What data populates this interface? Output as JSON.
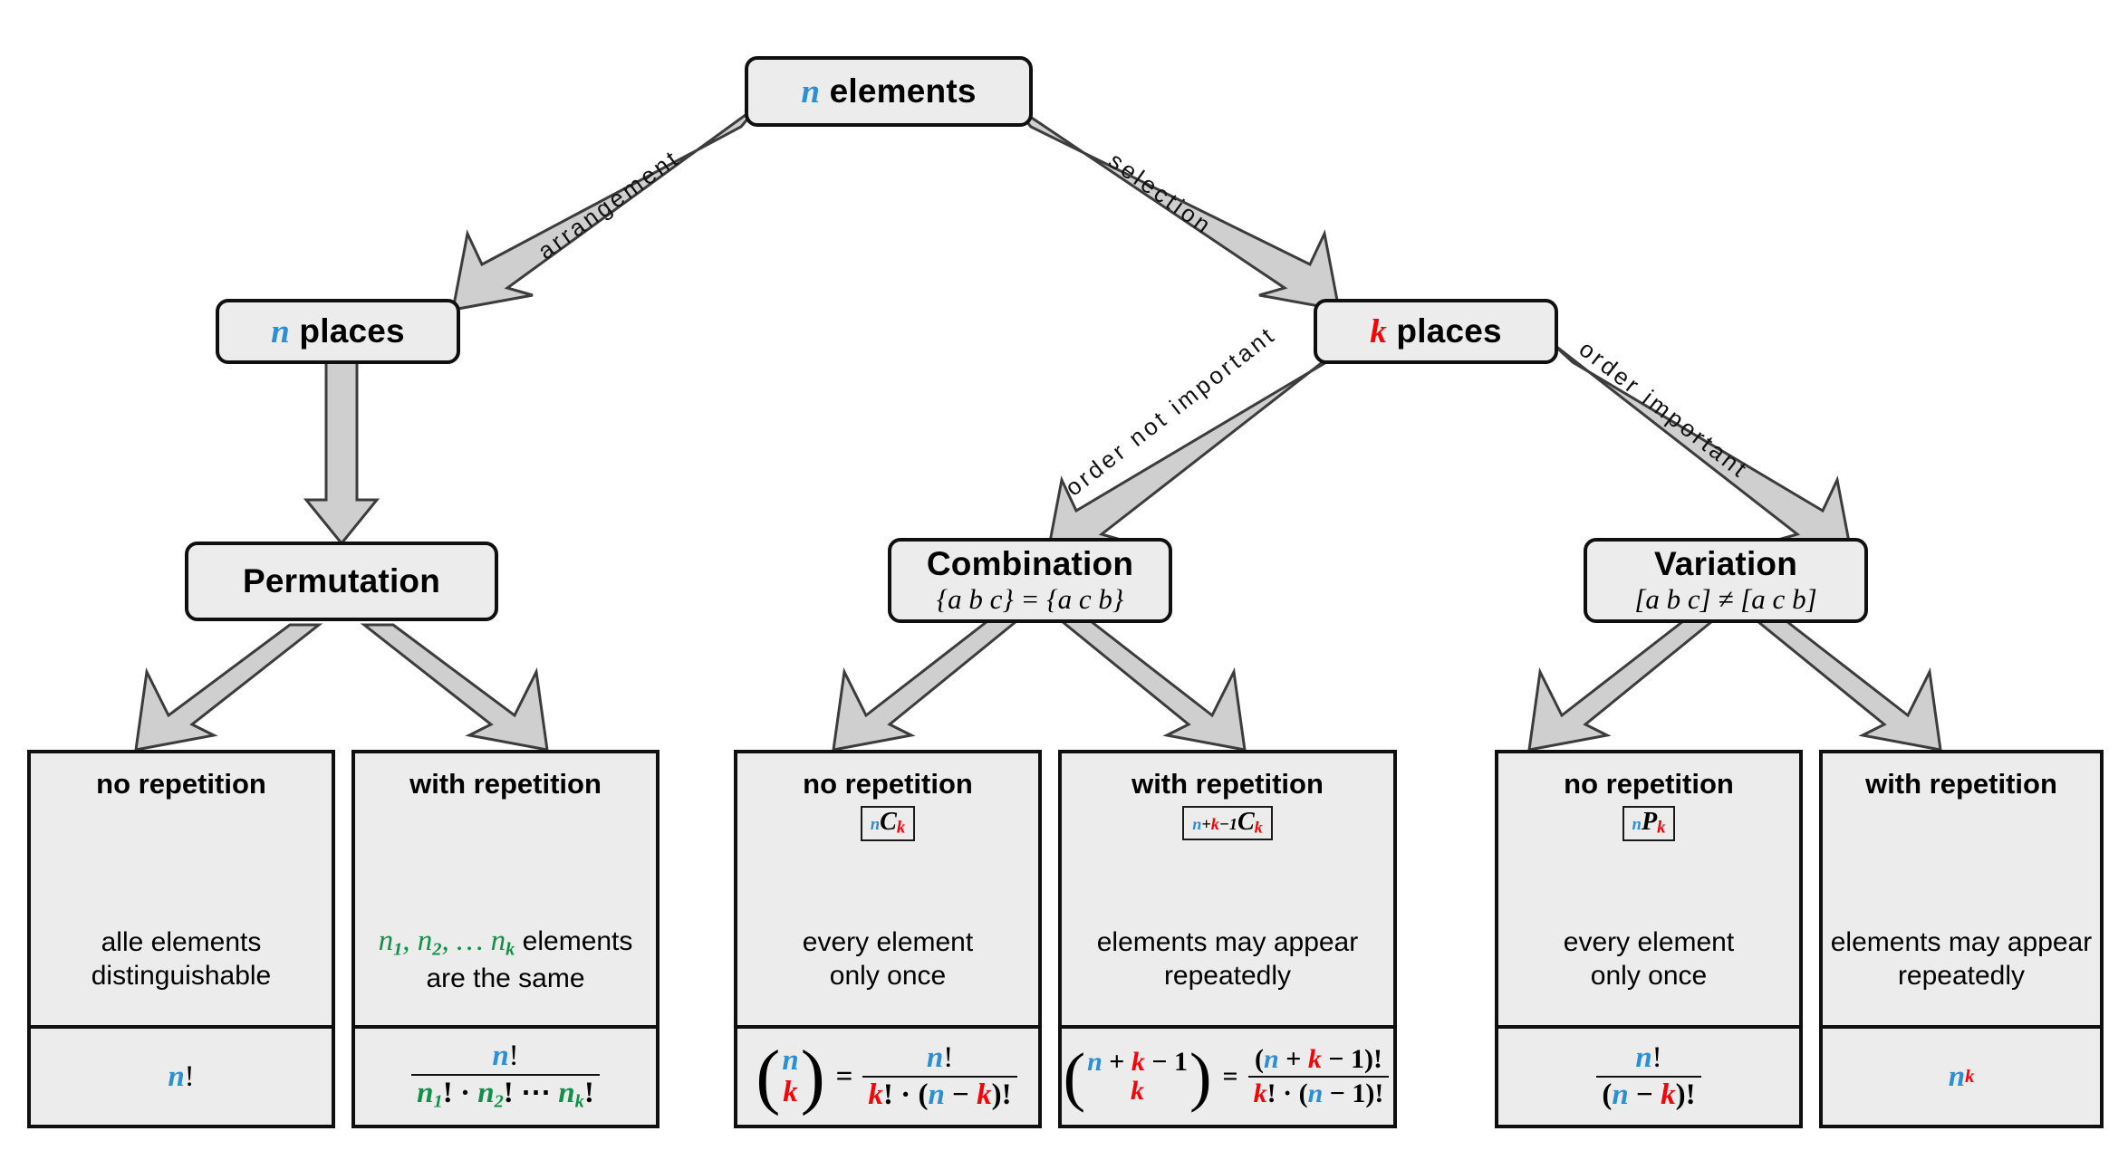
{
  "diagram": {
    "title": "Combinatorics decision tree",
    "colors": {
      "n": "#2b8fd6",
      "k": "#fb0007",
      "n_sub": "#0f9149",
      "node_fill": "#ececec",
      "node_border": "#0f0f0f",
      "arrow_fill": "#cfcfcf"
    }
  },
  "nodes": {
    "root": {
      "var": "n",
      "label": "elements"
    },
    "n_places": {
      "var": "n",
      "label": "places"
    },
    "k_places": {
      "var": "k",
      "label": "places"
    },
    "permutation": {
      "title": "Permutation",
      "example": ""
    },
    "combination": {
      "title": "Combination",
      "example": "{a b c} = {a c b}"
    },
    "variation": {
      "title": "Variation",
      "example": "[a b c] ≠ [a c b]"
    }
  },
  "edges": {
    "arrangement": "arrangement",
    "selection": "selection",
    "order_not_important": "order not important",
    "order_important": "order important"
  },
  "leaves": [
    {
      "id": "perm-no-rep",
      "title": "no repetition",
      "notation": "",
      "desc": "alle elements\ndistinguishable",
      "formula_text": "n!"
    },
    {
      "id": "perm-with-rep",
      "title": "with repetition",
      "notation": "",
      "desc": "n₁, n₂, … nₖ elements\nare the same",
      "formula_text": "n! / (n₁! · n₂! ⋯ nₖ!)"
    },
    {
      "id": "comb-no-rep",
      "title": "no repetition",
      "notation": "nCk",
      "desc": "every element\nonly once",
      "formula_text": "(n choose k) = n! / (k! · (n − k)!)"
    },
    {
      "id": "comb-with-rep",
      "title": "with repetition",
      "notation": "n+k-1Ck",
      "desc": "elements may appear\nrepeatedly",
      "formula_text": "(n+k−1 choose k) = (n + k − 1)! / (k! · (n − 1)!)"
    },
    {
      "id": "var-no-rep",
      "title": "no repetition",
      "notation": "nPk",
      "desc": "every element\nonly once",
      "formula_text": "n! / (n − k)!"
    },
    {
      "id": "var-with-rep",
      "title": "with repetition",
      "notation": "",
      "desc": "elements may appear\nrepeatedly",
      "formula_text": "n^k"
    }
  ]
}
